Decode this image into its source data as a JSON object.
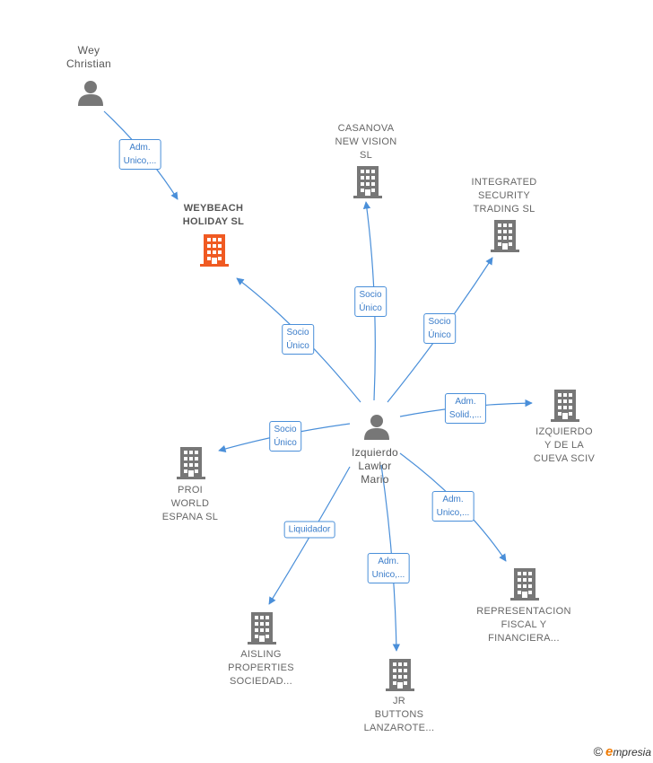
{
  "center": {
    "name": "Izquierdo\nLawlor\nMario"
  },
  "people": [
    {
      "id": "wey",
      "name": "Wey\nChristian"
    }
  ],
  "companies": [
    {
      "id": "weybeach",
      "name": "WEYBEACH\nHOLIDAY  SL",
      "highlight": true
    },
    {
      "id": "casanova",
      "name": "CASANOVA\nNEW VISION\nSL"
    },
    {
      "id": "integrated",
      "name": "INTEGRATED\nSECURITY\nTRADING  SL"
    },
    {
      "id": "izquierdo",
      "name": "IZQUIERDO\nY DE LA\nCUEVA SCIV"
    },
    {
      "id": "proi",
      "name": "PROI\nWORLD\nESPANA  SL"
    },
    {
      "id": "representacion",
      "name": "REPRESENTACION\nFISCAL Y\nFINANCIERA..."
    },
    {
      "id": "aisling",
      "name": "AISLING\nPROPERTIES\nSOCIEDAD..."
    },
    {
      "id": "jr",
      "name": "JR\nBUTTONS\nLANZAROTE..."
    }
  ],
  "relations": [
    {
      "id": "wey-weybeach",
      "label": "Adm.\nUnico,..."
    },
    {
      "id": "c-weybeach",
      "label": "Socio\nÚnico"
    },
    {
      "id": "c-casanova",
      "label": "Socio\nÚnico"
    },
    {
      "id": "c-integrated",
      "label": "Socio\nÚnico"
    },
    {
      "id": "c-izquierdo",
      "label": "Adm.\nSolid.,..."
    },
    {
      "id": "c-proi",
      "label": "Socio\nÚnico"
    },
    {
      "id": "c-representacion",
      "label": "Adm.\nUnico,..."
    },
    {
      "id": "c-aisling",
      "label": "Liquidador"
    },
    {
      "id": "c-jr",
      "label": "Adm.\nUnico,..."
    }
  ],
  "colors": {
    "edge": "#4a8fd9",
    "building": "#777777",
    "highlight": "#f05a22",
    "person": "#777777"
  },
  "footer": {
    "copyright": "©",
    "brand_initial": "e",
    "brand_rest": "mpresia"
  }
}
